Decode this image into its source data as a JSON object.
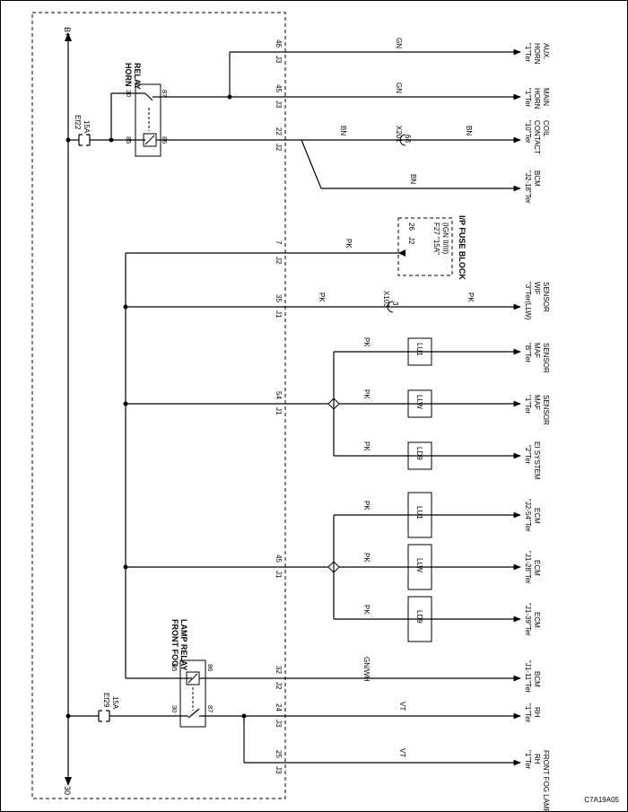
{
  "figure_code": "C7A19A05",
  "power": {
    "bplus": "B+",
    "thirty": "30"
  },
  "ref_wire": "30",
  "fuses": {
    "ef22": {
      "name": "Ef22",
      "rating": "15A"
    },
    "ef29": {
      "name": "Ef29",
      "rating": "15A"
    }
  },
  "horn_relay": {
    "title1": "HORN",
    "title2": "RELAY",
    "pin30": "30",
    "pin85": "85",
    "pin86": "86",
    "pin87": "87"
  },
  "fog_relay": {
    "title1": "FRONT FOG",
    "title2": "LAMP RELAY",
    "pin30": "30",
    "pin85": "85",
    "pin86": "86",
    "pin87": "87"
  },
  "ip_fuse_block": {
    "title": "I/P FUSE BLOCK",
    "fuse": "F27 \"15A\"",
    "ign": "(IGN II/III)",
    "connector": "J2",
    "pin": "26"
  },
  "connectors": [
    {
      "conn": "J3",
      "pin": "46"
    },
    {
      "conn": "J3",
      "pin": "45"
    },
    {
      "conn": "J2",
      "pin": "22"
    },
    {
      "conn": "J2",
      "pin": "7"
    },
    {
      "conn": "J1",
      "pin": "35"
    },
    {
      "conn": "J1",
      "pin": "54"
    },
    {
      "conn": "J1",
      "pin": "45"
    },
    {
      "conn": "J2",
      "pin": "32"
    },
    {
      "conn": "J3",
      "pin": "24"
    },
    {
      "conn": "J3",
      "pin": "25"
    }
  ],
  "wire_colors": {
    "horn_aux": "GN",
    "horn_main": "GN",
    "contact_coil_a": "BN",
    "contact_coil_b": "BN",
    "bcm_branch": "BN",
    "fuse_block_feed": "PK",
    "wif_a": "PK",
    "wif_b": "PK",
    "maf_lu1": "PK",
    "maf_llw": "PK",
    "ei_ld9": "PK",
    "ecm_lu1": "PK",
    "ecm_llw": "PK",
    "ecm_ld9": "PK",
    "bcm_fog": "GN/WH",
    "fog_rh1": "VT",
    "fog_rh2": "VT"
  },
  "splices": {
    "x201": "X201",
    "x201_pin": "68",
    "x103": "X103",
    "x103_pin": "3"
  },
  "options": {
    "lu1": "LU1",
    "llw": "LLW",
    "ld9": "LD9"
  },
  "terminals": {
    "horn_aux": {
      "l1": "\"1\"Ter",
      "l2": "HORN",
      "l3": "AUX."
    },
    "horn_main": {
      "l1": "\"1\"Ter",
      "l2": "HORN",
      "l3": "MAIN"
    },
    "contact_coil": {
      "l1": "\"10\"Ter",
      "l2": "CONTACT",
      "l3": "COIL"
    },
    "bcm_j2_18": {
      "l1": "\"J2-18\"Ter",
      "l2": "BCM"
    },
    "wif": {
      "l1": "\"3\"Ter(LLW)",
      "l2": "WIF",
      "l3": "SENSOR"
    },
    "maf_b": {
      "l1": "\"B\"Ter",
      "l2": "MAF",
      "l3": "SENSOR"
    },
    "maf_1": {
      "l1": "\"1\"Ter",
      "l2": "MAF",
      "l3": "SENSOR"
    },
    "ei": {
      "l1": "\"2\"Ter",
      "l2": "EI SYSTEM"
    },
    "ecm_j2_54": {
      "l1": "\"J2-54\"Ter",
      "l2": "ECM"
    },
    "ecm_j1_28": {
      "l1": "\"J1-28\"Ter",
      "l2": "ECM"
    },
    "ecm_j1_39": {
      "l1": "\"J1-39\"Ter",
      "l2": "ECM"
    },
    "bcm_j1_11": {
      "l1": "\"J1-11\"Ter",
      "l2": "BCM"
    },
    "fog_rh_1": {
      "l1": "\"1\"Ter",
      "l2": "RH"
    },
    "fog_rh_2": {
      "l1": "\"1\"Ter",
      "l2": "RH",
      "l3": "FRONT FOG LAMP"
    }
  }
}
